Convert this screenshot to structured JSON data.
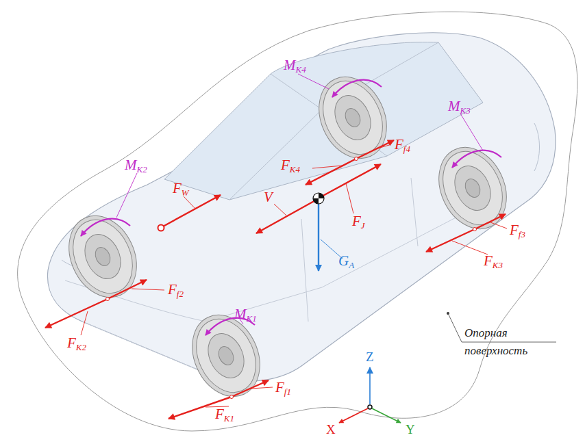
{
  "diagram": {
    "labels": [
      "MK4",
      "Ff4",
      "FK4",
      "FW",
      "MK2",
      "V",
      "FJ",
      "GA",
      "MK3",
      "Ff3",
      "FK3",
      "Ff2",
      "FK2",
      "MK1",
      "Ff1",
      "FK1",
      "Z",
      "X",
      "Y",
      "Опорная поверхность"
    ]
  }
}
